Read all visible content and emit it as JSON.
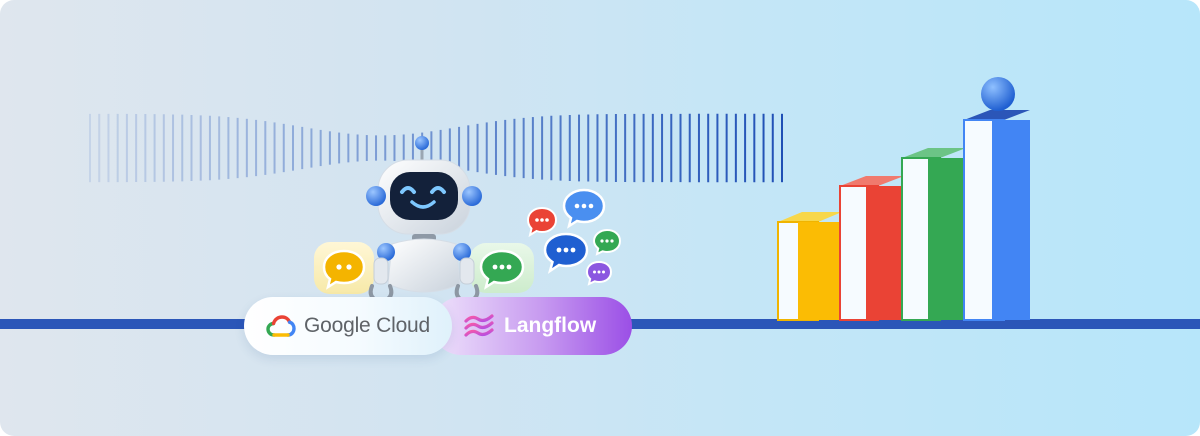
{
  "colors": {
    "background_left": "#dfe6ee",
    "background_right": "#b7e6fa",
    "baseline": "#2b56b8",
    "google_blue": "#4285f4",
    "google_red": "#ea4335",
    "google_yellow": "#fbbc04",
    "google_green": "#34a853",
    "langflow_purple": "#9b4fe6"
  },
  "partners": {
    "google": {
      "label": "Google Cloud",
      "icon": "google-cloud-logo-icon"
    },
    "langflow": {
      "label": "Langflow",
      "icon": "langflow-logo-icon"
    }
  },
  "illustration": {
    "robot": "robot-mascot-icon",
    "wave": "sound-wave-icon",
    "chat_bubbles": [
      "red",
      "blue",
      "green",
      "yellow",
      "purple"
    ],
    "growth_bars": [
      "yellow",
      "red",
      "green",
      "blue"
    ]
  }
}
